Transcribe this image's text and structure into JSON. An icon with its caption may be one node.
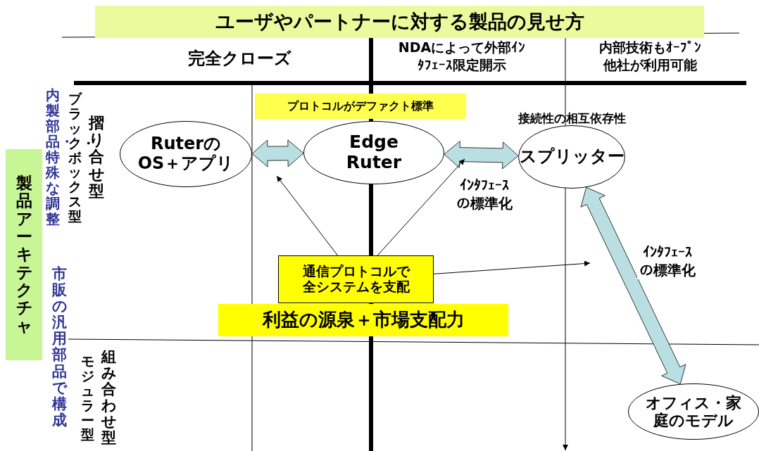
{
  "diagram": {
    "title": "ユーザやパートナーに対する製品の見せ方",
    "nodes": [
      {
        "text": [
          "RuterのOS＋アプリ"
        ]
      },
      {
        "text": [
          "Edge Ruter"
        ]
      },
      {
        "text": [
          "スプリッター"
        ],
        "beside": [
          "接続性の相互依存性"
        ]
      },
      {
        "text": [
          "オフィス・家庭のモデル"
        ]
      },
      {
        "text": [
          "通信プロトコルで全システムを支配"
        ]
      },
      {
        "text": [
          "プロトコルがデファクト標準"
        ]
      },
      {
        "text": [
          "利益の源泉＋市場支配力"
        ]
      },
      {
        "text": [
          "製品アーキテクチャ"
        ]
      }
    ],
    "edges": [
      {
        "from": 0,
        "to": 1,
        "arrow": "both",
        "style": "thick",
        "color": "#b9dfe3"
      },
      {
        "from": 1,
        "to": 2,
        "arrow": "both",
        "style": "thick",
        "color": "#b9dfe3"
      },
      {
        "from": 2,
        "to": 3,
        "arrow": "both",
        "style": "thick",
        "color": "#b9dfe3",
        "label": "ｲﾝﾀﾌｪｰｽの標準化"
      },
      {
        "from": 4,
        "to": null,
        "arrow": "to"
      },
      {
        "from": 4,
        "to": null,
        "arrow": "to"
      },
      {
        "from": 4,
        "to": null,
        "arrow": "to"
      }
    ],
    "labels": [
      "完全クローズ",
      "NDAによって外部ｲﾝﾀﾌｪｰｽ限定開示",
      "内部技術もｵｰﾌﾟﾝ他社が利用可能",
      "内製部品・特殊な調整",
      "ブラック・ボックス型",
      "摺り合せ型",
      "ｲﾝﾀﾌｪｰｽの標準化",
      "市販の汎用部品で構成",
      "モジュラー型",
      "組み合わせ型"
    ]
  }
}
